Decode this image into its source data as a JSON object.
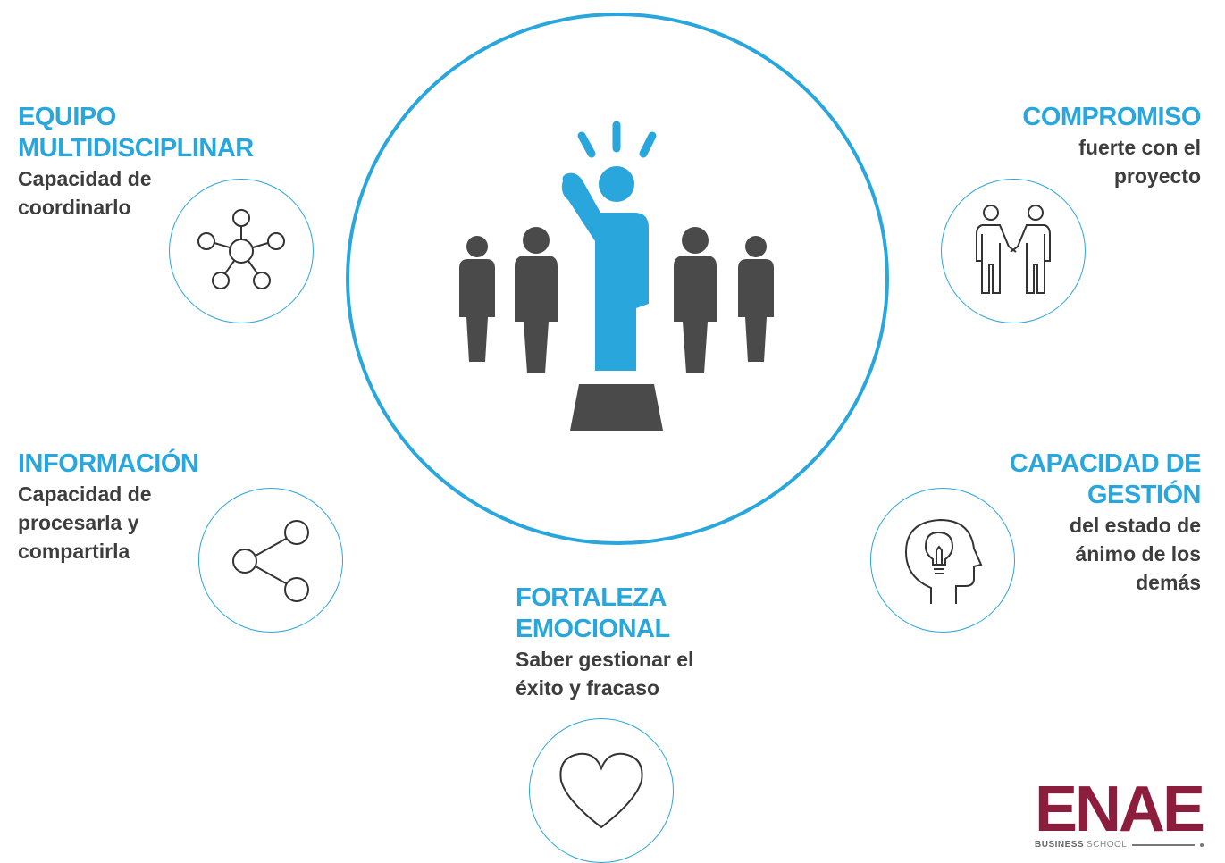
{
  "equipo": {
    "title_lines": [
      "EQUIPO",
      "MULTIDISCIPLINAR"
    ],
    "desc_lines": [
      "Capacidad de",
      "coordinarlo"
    ],
    "icon": "network-nodes-icon"
  },
  "compromiso": {
    "title_lines": [
      "COMPROMISO"
    ],
    "desc_lines": [
      "fuerte con el",
      "proyecto"
    ],
    "icon": "handshake-people-icon"
  },
  "informacion": {
    "title_lines": [
      "INFORMACIÓN"
    ],
    "desc_lines": [
      "Capacidad de",
      "procesarla y",
      "compartirla"
    ],
    "icon": "share-icon"
  },
  "gestion": {
    "title_lines": [
      "CAPACIDAD DE",
      "GESTIÓN"
    ],
    "desc_lines": [
      "del estado de",
      "ánimo de los",
      "demás"
    ],
    "icon": "head-lightbulb-icon"
  },
  "fortaleza": {
    "title_lines": [
      "FORTALEZA",
      "EMOCIONAL"
    ],
    "desc_lines": [
      "Saber gestionar el",
      "éxito y fracaso"
    ],
    "icon": "heart-icon"
  },
  "center": {
    "icon": "leader-podium-icon"
  },
  "logo": {
    "main": "ENAE",
    "sub_bold": "BUSINESS",
    "sub_light": "SCHOOL"
  },
  "colors": {
    "accent": "#29a6db",
    "dark": "#4a4a4a",
    "brand": "#8c1d3d"
  }
}
